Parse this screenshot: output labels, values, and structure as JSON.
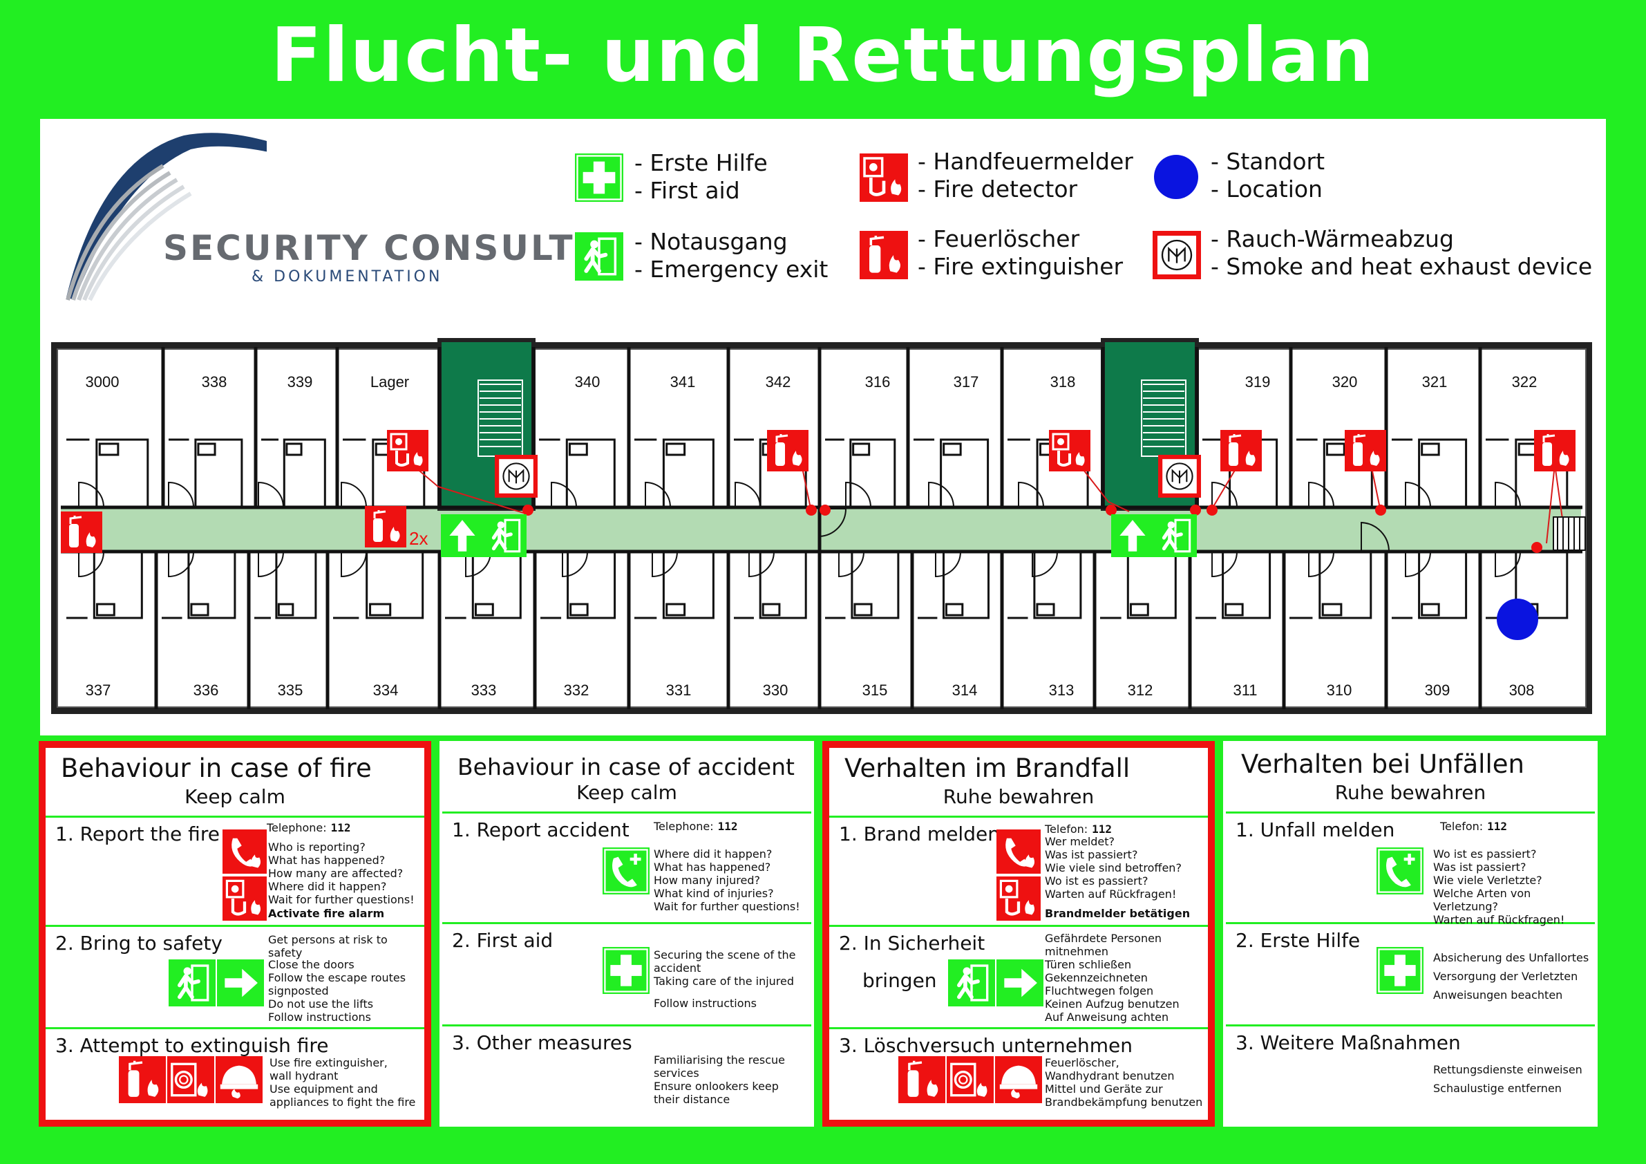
{
  "title": "Flucht- und Rettungsplan",
  "logo": {
    "line1": "SECURITY CONSULT",
    "line2": "& DOKUMENTATION"
  },
  "legend": [
    {
      "icon": "first-aid-icon",
      "de": "- Erste Hilfe",
      "en": "- First aid"
    },
    {
      "icon": "emergency-exit-icon",
      "de": "- Notausgang",
      "en": "- Emergency exit"
    },
    {
      "icon": "fire-alarm-icon",
      "de": "- Handfeuermelder",
      "en": "- Fire detector"
    },
    {
      "icon": "fire-extinguisher-icon",
      "de": "- Feuerlöscher",
      "en": "- Fire extinguisher"
    },
    {
      "icon": "location-dot-icon",
      "de": "- Standort",
      "en": "- Location"
    },
    {
      "icon": "smoke-heat-exhaust-icon",
      "de": "- Rauch-Wärmeabzug",
      "en": "- Smoke and heat exhaust device"
    }
  ],
  "floorplan": {
    "top_rooms": [
      "3000",
      "338",
      "339",
      "Lager",
      "340",
      "341",
      "342",
      "316",
      "317",
      "318",
      "319",
      "320",
      "321",
      "322"
    ],
    "bottom_rooms": [
      "337",
      "336",
      "335",
      "334",
      "333",
      "332",
      "331",
      "330",
      "315",
      "314",
      "313",
      "312",
      "311",
      "310",
      "309",
      "308"
    ],
    "extinguisher_count_label": "2x"
  },
  "colors": {
    "safety_green": "#22ee22",
    "fire_red": "#ee1111",
    "corridor": "#b3dbb3",
    "stairwell": "#0e7a4a",
    "location": "#0a14e0"
  },
  "panels": [
    {
      "title": "Behaviour in case of fire",
      "subtitle": "Keep calm",
      "sections": [
        {
          "title": "1. Report the fire",
          "tel_label": "Telephone:",
          "tel": "112",
          "text": "Who is reporting?\nWhat has happened?\nHow many are affected?\nWhere did it happen?\nWait for further questions!",
          "note": "Activate fire alarm"
        },
        {
          "title": "2. Bring to safety",
          "top": "Get persons at risk to safety",
          "text": "Close the doors\nFollow the escape routes\nsignposted\nDo not use the lifts\nFollow instructions"
        },
        {
          "title": "3. Attempt to extinguish fire",
          "text": "Use fire extinguisher,\nwall hydrant\nUse equipment and\nappliances to fight the fire"
        }
      ]
    },
    {
      "title": "Behaviour in case of accident",
      "subtitle": "Keep calm",
      "sections": [
        {
          "title": "1. Report accident",
          "tel_label": "Telephone:",
          "tel": "112",
          "text": "Where did it happen?\nWhat has happened?\nHow many injured?\nWhat kind of injuries?\nWait for further questions!"
        },
        {
          "title": "2. First aid",
          "text": "Securing the scene of the\naccident\nTaking care of the injured",
          "note": "Follow instructions"
        },
        {
          "title": "3. Other measures",
          "text": "Familiarising the rescue\nservices\nEnsure onlookers keep\ntheir distance"
        }
      ]
    },
    {
      "title": "Verhalten im Brandfall",
      "subtitle": "Ruhe bewahren",
      "sections": [
        {
          "title": "1. Brand melden",
          "tel_label": "Telefon:",
          "tel": "112",
          "text": "Wer meldet?\nWas ist passiert?\nWie viele sind betroffen?\nWo ist es passiert?\nWarten auf Rückfragen!",
          "note": "Brandmelder betätigen"
        },
        {
          "title": "2. In Sicherheit",
          "title2": "bringen",
          "text": "Gefährdete Personen\nmitnehmen\nTüren schließen\nGekennzeichneten\nFluchtwegen folgen\nKeinen Aufzug benutzen\nAuf Anweisung achten"
        },
        {
          "title": "3. Löschversuch unternehmen",
          "text": "Feuerlöscher,\nWandhydrant benutzen\nMittel und Geräte zur\nBrandbekämpfung benutzen"
        }
      ]
    },
    {
      "title": "Verhalten bei Unfällen",
      "subtitle": "Ruhe bewahren",
      "sections": [
        {
          "title": "1. Unfall melden",
          "tel_label": "Telefon:",
          "tel": "112",
          "text": "Wo ist es passiert?\nWas ist passiert?\nWie viele Verletzte?\nWelche Arten von Verletzung?\nWarten auf Rückfragen!"
        },
        {
          "title": "2. Erste Hilfe",
          "text": "Absicherung des Unfallortes\nVersorgung der Verletzten\nAnweisungen beachten"
        },
        {
          "title": "3. Weitere Maßnahmen",
          "text": "Rettungsdienste einweisen\nSchaulustige entfernen"
        }
      ]
    }
  ]
}
